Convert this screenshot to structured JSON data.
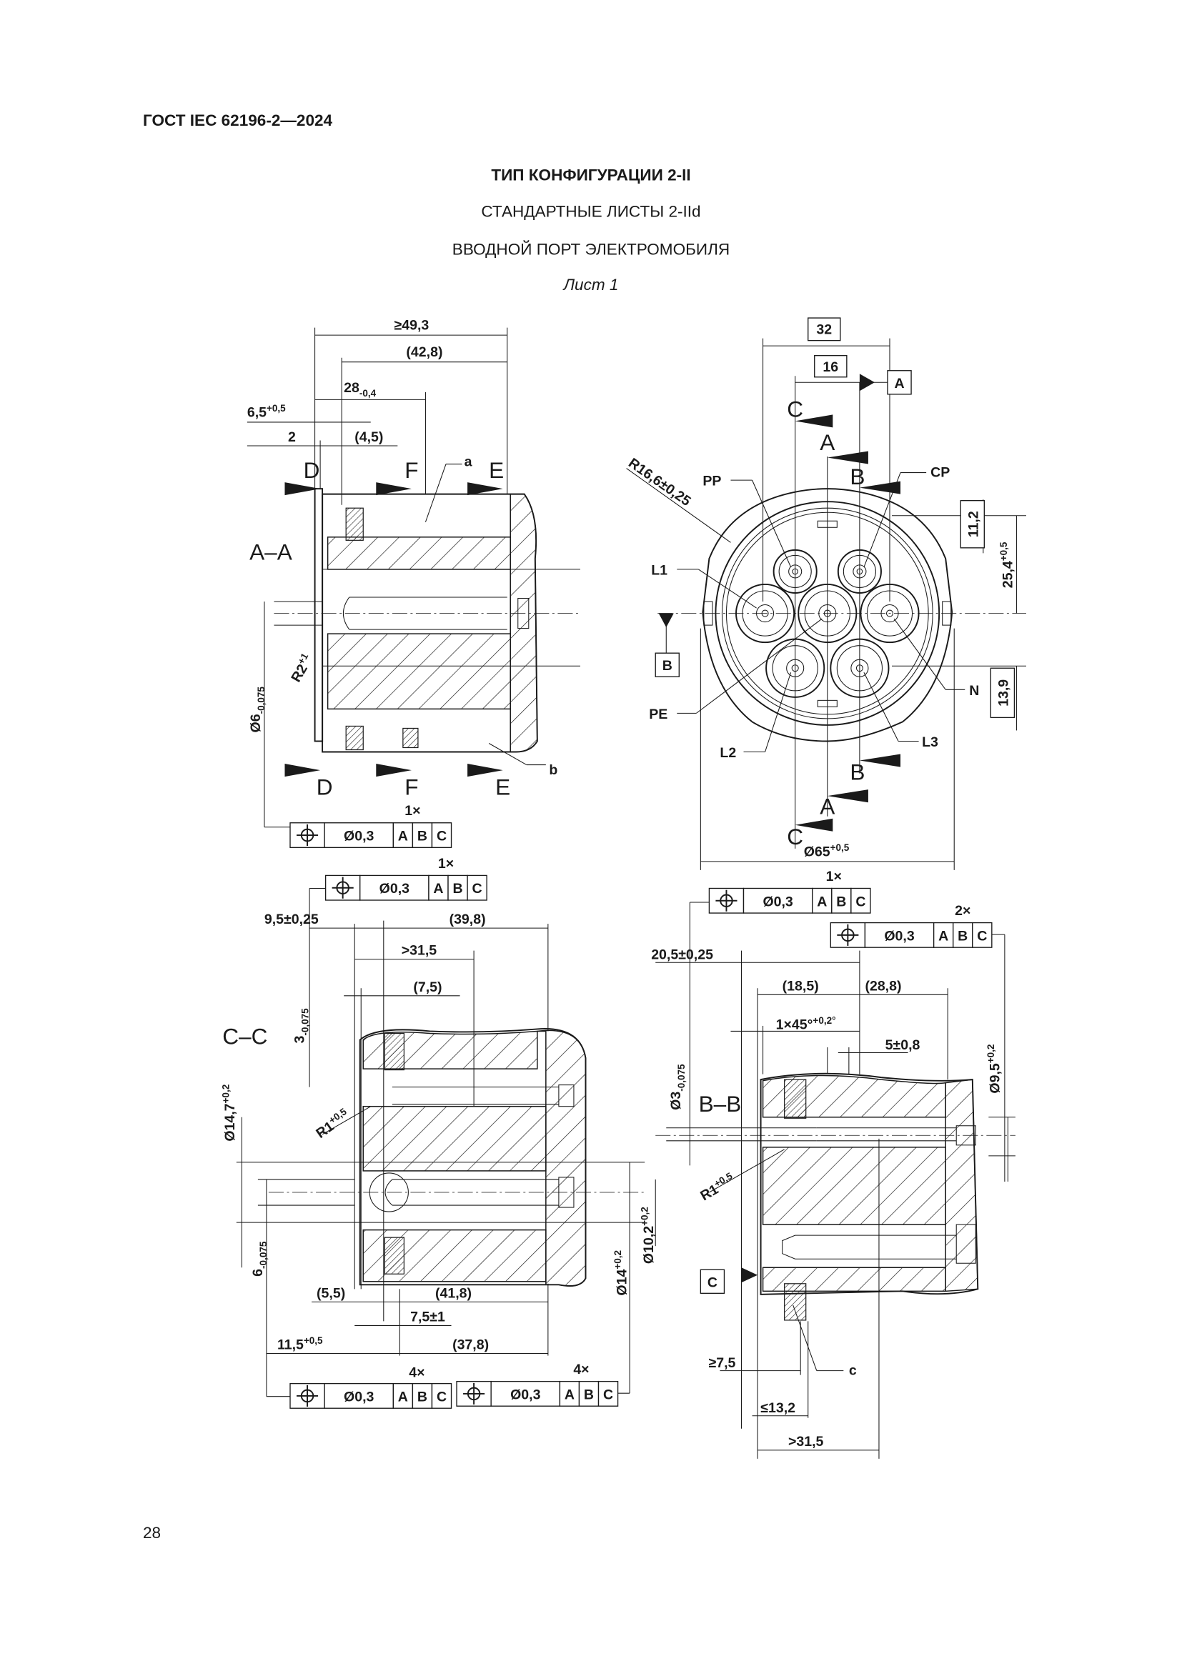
{
  "header": {
    "standard": "ГОСТ IEC 62196-2—2024",
    "title": "ТИП КОНФИГУРАЦИИ 2-II",
    "subtitle": "СТАНДАРТНЫЕ ЛИСТЫ 2-IId",
    "name": "ВВОДНОЙ ПОРТ ЭЛЕКТРОМОБИЛЯ",
    "sheet": "Лист 1"
  },
  "page_number": "28",
  "view_aa": {
    "label": "A–A",
    "dims": {
      "overall": "≥49,3",
      "ref_42_8": "(42,8)",
      "d28": {
        "main": "28",
        "tol": "-0,4"
      },
      "d6_5": {
        "main": "6,5",
        "tol": "+0,5"
      },
      "d2": "2",
      "ref_4_5": "(4,5)",
      "r2": {
        "main": "R2",
        "tol": "+1"
      },
      "dia6": {
        "main": "Ø6",
        "tol": "-0,075"
      }
    },
    "section_marks": {
      "d": "D",
      "f": "F",
      "e": "E"
    },
    "notes": {
      "a": "a",
      "b": "b"
    },
    "fcf": {
      "count": "1×",
      "tolerance": "Ø0,3",
      "datums": [
        "A",
        "B",
        "C"
      ]
    }
  },
  "front_view": {
    "basic_32": "32",
    "basic_16": "16",
    "datum_a": "A",
    "datum_b": "B",
    "section_marks": {
      "c": "C",
      "a": "A",
      "b": "B"
    },
    "radius": "R16,6±0,25",
    "contacts": {
      "pp": "PP",
      "cp": "CP",
      "l1": "L1",
      "n": "N",
      "pe": "PE",
      "l2": "L2",
      "l3": "L3"
    },
    "basic_11_2": "11,2",
    "d25_4": {
      "main": "25,4",
      "tol": "+0,5"
    },
    "basic_13_9": "13,9",
    "dia65": {
      "main": "Ø65",
      "tol": "+0,5"
    }
  },
  "view_cc": {
    "label": "C–C",
    "fcf_top": {
      "count": "1×",
      "tolerance": "Ø0,3",
      "datums": [
        "A",
        "B",
        "C"
      ]
    },
    "dims": {
      "d9_5": "9,5±0,25",
      "ref_39_8": "(39,8)",
      "gt31_5": ">31,5",
      "ref_7_5": "(7,5)",
      "d3": {
        "main": "3",
        "tol": "-0,075"
      },
      "dia14_7": {
        "main": "Ø14,7",
        "tol": "+0,2"
      },
      "r1": {
        "main": "R1",
        "tol": "+0,5"
      },
      "d6": {
        "main": "6",
        "tol": "-0,075"
      },
      "ref_5_5": "(5,5)",
      "ref_41_8": "(41,8)",
      "d7_5": "7,5±1",
      "d11_5": {
        "main": "11,5",
        "tol": "+0,5"
      },
      "ref_37_8": "(37,8)",
      "dia14": {
        "main": "Ø14",
        "tol": "+0,2"
      },
      "dia10_2": {
        "main": "Ø10,2",
        "tol": "+0,2"
      }
    },
    "fcf_left": {
      "count": "4×",
      "tolerance": "Ø0,3",
      "datums": [
        "A",
        "B",
        "C"
      ]
    },
    "fcf_right": {
      "count": "4×",
      "tolerance": "Ø0,3",
      "datums": [
        "A",
        "B",
        "C"
      ]
    }
  },
  "view_bb": {
    "label": "B–B",
    "fcf_1": {
      "count": "1×",
      "tolerance": "Ø0,3",
      "datums": [
        "A",
        "B",
        "C"
      ]
    },
    "fcf_2": {
      "count": "2×",
      "tolerance": "Ø0,3",
      "datums": [
        "A",
        "B",
        "C"
      ]
    },
    "dims": {
      "d20_5": "20,5±0,25",
      "ref_18_5": "(18,5)",
      "ref_28_8": "(28,8)",
      "chamfer": {
        "main": "1×45°",
        "tol": "+0,2°"
      },
      "d5": "5±0,8",
      "dia3": {
        "main": "Ø3",
        "tol": "-0,075"
      },
      "dia9_5": {
        "main": "Ø9,5",
        "tol": "+0,2"
      },
      "r1": {
        "main": "R1",
        "tol": "+0,5"
      },
      "ge7_5": "≥7,5",
      "le13_2": "≤13,2",
      "gt31_5": ">31,5"
    },
    "datum_c": "C",
    "note_c": "c"
  }
}
